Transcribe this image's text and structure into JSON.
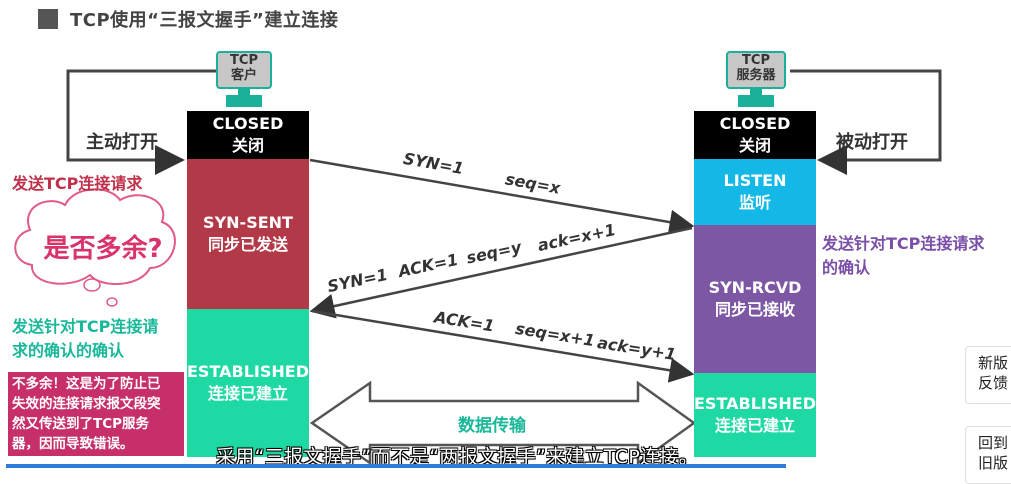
{
  "title": "TCP使用“三报文握手”建立连接",
  "client": {
    "pc_line1": "TCP",
    "pc_line2": "客户",
    "open_label": "主动打开",
    "closed_en": "CLOSED",
    "closed_cn": "关闭",
    "synsent_en": "SYN-SENT",
    "synsent_cn": "同步已发送",
    "established_en": "ESTABLISHED",
    "established_cn": "连接已建立"
  },
  "server": {
    "pc_line1": "TCP",
    "pc_line2": "服务器",
    "open_label": "被动打开",
    "closed_en": "CLOSED",
    "closed_cn": "关闭",
    "listen_en": "LISTEN",
    "listen_cn": "监听",
    "synrcvd_en": "SYN-RCVD",
    "synrcvd_cn": "同步已接收",
    "established_en": "ESTABLISHED",
    "established_cn": "连接已建立"
  },
  "notes": {
    "send_request": "发送TCP连接请求",
    "bubble": "是否多余?",
    "server_ack_line1": "发送针对TCP连接请求",
    "server_ack_line2": "的确认",
    "client_ack_line1": "发送针对TCP连接请",
    "client_ack_line2": "求的确认的确认",
    "explain_lines": [
      "不多余！这是为了防止已",
      "失效的连接请求报文段突",
      "然又传送到了TCP服务",
      "器，因而导致错误。"
    ]
  },
  "segments": {
    "seg1_syn": "SYN=1",
    "seg1_seq": "seq=x",
    "seg2_syn": "SYN=1",
    "seg2_ack": "ACK=1",
    "seg2_seq": "seq=y",
    "seg2_acknum": "ack=x+1",
    "seg3_ack": "ACK=1",
    "seg3_seq": "seq=x+1",
    "seg3_acknum": "ack=y+1"
  },
  "data_transfer": "数据传输",
  "subtitle": "采用“三报文握手”而不是“两报文握手”来建立TCP连接。",
  "side_buttons": {
    "feedback_line1": "新版",
    "feedback_line2": "反馈",
    "back_line1": "回到",
    "back_line2": "旧版"
  },
  "colors": {
    "closed": "#000000",
    "synsent": "#b23a48",
    "established": "#1ed9a4",
    "listen": "#14b8e6",
    "synrcvd": "#7d57a3",
    "red_note": "#c0304a",
    "purple_note": "#7a4fa8",
    "green_note": "#1ab89a",
    "explain_bg": "#c62f6a"
  }
}
